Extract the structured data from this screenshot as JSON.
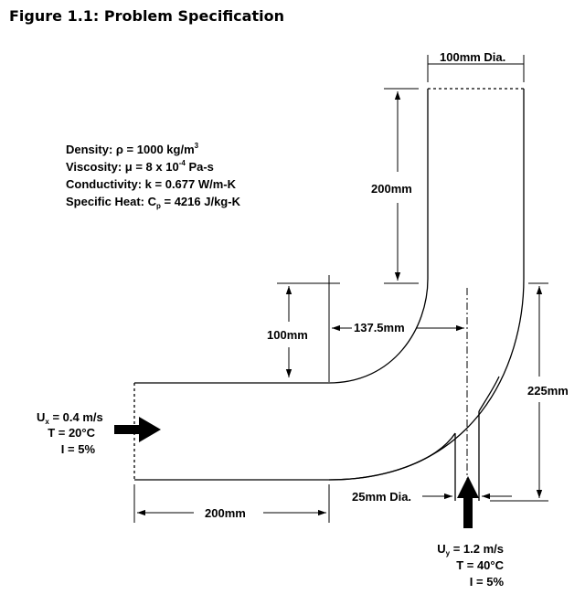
{
  "figure_title": "Figure 1.1:  Problem Specification",
  "properties": {
    "density": "Density: ρ = 1000 kg/m",
    "density_exp": "3",
    "viscosity": "Viscosity: μ = 8 x 10",
    "viscosity_exp": "-4",
    "viscosity_unit": " Pa-s",
    "conductivity": "Conductivity: k = 0.677 W/m-K",
    "specific_heat_a": "Specific Heat: C",
    "specific_heat_sub": "p",
    "specific_heat_b": " = 4216 J/kg-K"
  },
  "dimensions": {
    "outlet_dia": "100mm Dia.",
    "vertical_200": "200mm",
    "radius_100": "100mm",
    "offset_137": "137.5mm",
    "height_225": "225mm",
    "horizontal_200": "200mm",
    "inlet_small_dia": "25mm Dia."
  },
  "inlet_x": {
    "velocity_a": "U",
    "velocity_sub": "x",
    "velocity_b": " = 0.4 m/s",
    "temperature": "T = 20°C",
    "intensity": "I = 5%"
  },
  "inlet_y": {
    "velocity_a": "U",
    "velocity_sub": "y",
    "velocity_b": " = 1.2 m/s",
    "temperature": "T = 40°C",
    "intensity": "I = 5%"
  }
}
